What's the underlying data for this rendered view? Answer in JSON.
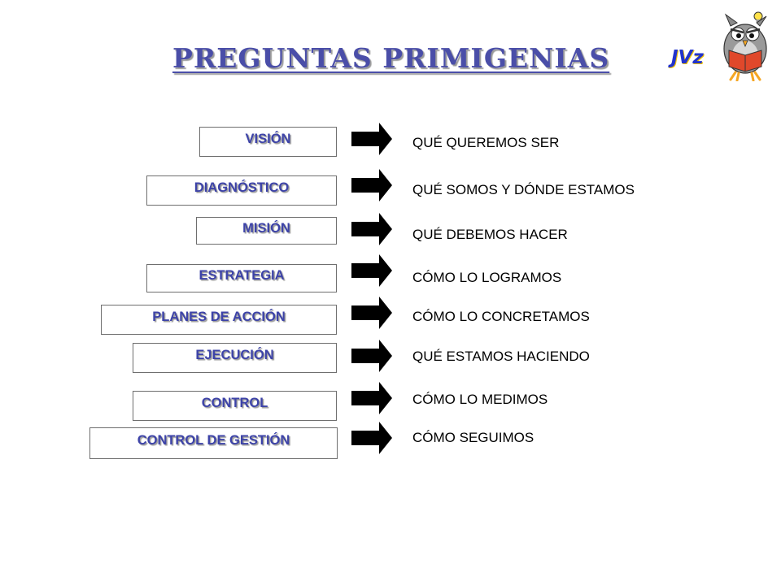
{
  "title": "PREGUNTAS PRIMIGENIAS",
  "logo_text": "JVz",
  "rows": [
    {
      "label": "VISIÓN",
      "question": "QUÉ QUEREMOS SER"
    },
    {
      "label": "DIAGNÓSTICO",
      "question": "QUÉ SOMOS Y DÓNDE ESTAMOS"
    },
    {
      "label": "MISIÓN",
      "question": "QUÉ DEBEMOS HACER"
    },
    {
      "label": "ESTRATEGIA",
      "question": "CÓMO LO LOGRAMOS"
    },
    {
      "label": "PLANES DE ACCIÓN",
      "question": "CÓMO LO CONCRETAMOS"
    },
    {
      "label": "EJECUCIÓN",
      "question": "QUÉ ESTAMOS HACIENDO"
    },
    {
      "label": "CONTROL",
      "question": "CÓMO LO MEDIMOS"
    },
    {
      "label": "CONTROL DE GESTIÓN",
      "question": "CÓMO SEGUIMOS"
    }
  ],
  "colors": {
    "title": "#4a4ea8",
    "box_label": "#3d43a8",
    "arrow": "#000000",
    "logo_text": "#2233cc"
  }
}
